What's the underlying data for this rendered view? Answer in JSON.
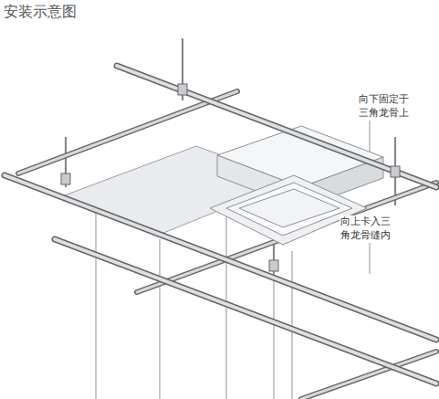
{
  "diagram": {
    "title": "安装示意图",
    "labels": [
      "向下固定于三角龙骨上",
      "向上卡入三角龙骨缝内"
    ]
  }
}
